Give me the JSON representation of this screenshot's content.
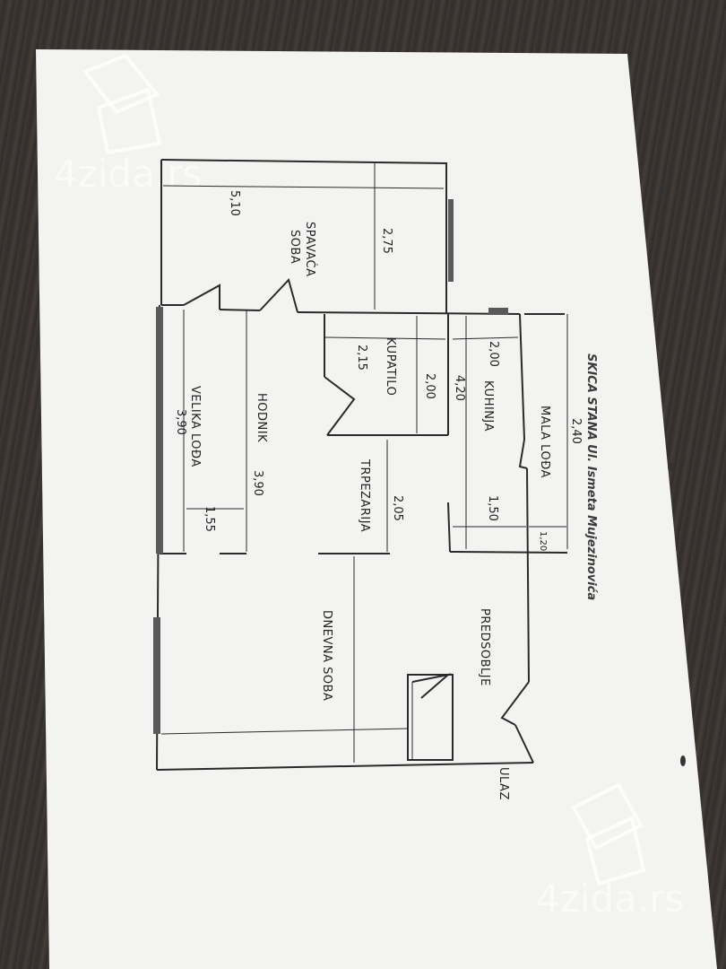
{
  "title": "SKICA STANA Ul. Ismeta Mujezinovića",
  "watermark": "4zida.rs",
  "rooms": {
    "spavaca_soba_1": "SPAVAĆA",
    "spavaca_soba_2": "SOBA",
    "kupatilo": "KUPATILO",
    "kuhinja": "KUHINJA",
    "mala_loda": "MALA LOĐA",
    "hodnik": "HODNIK",
    "velika_loda": "VELIKA LOĐA",
    "trpezarija": "TRPEZARIJA",
    "predsoblje": "PREDSOBLJE",
    "dnevna_soba": "DNEVNA SOBA",
    "ulaz": "ULAZ"
  },
  "dimensions": {
    "d_5_10": "5,10",
    "d_2_75": "2,75",
    "d_2_15": "2,15",
    "d_2_00_bath": "2,00",
    "d_2_00_kitchen": "2,00",
    "d_4_20": "4,20",
    "d_2_40": "2,40",
    "d_1_50": "1,50",
    "d_1_20": "1,20",
    "d_2_05": "2,05",
    "d_3_90_hodnik": "3,90",
    "d_3_90_loda": "3,90",
    "d_1_55": "1,55"
  },
  "colors": {
    "paper": "#f2f2f0",
    "line": "#2a2a2a",
    "window": "#555555"
  }
}
